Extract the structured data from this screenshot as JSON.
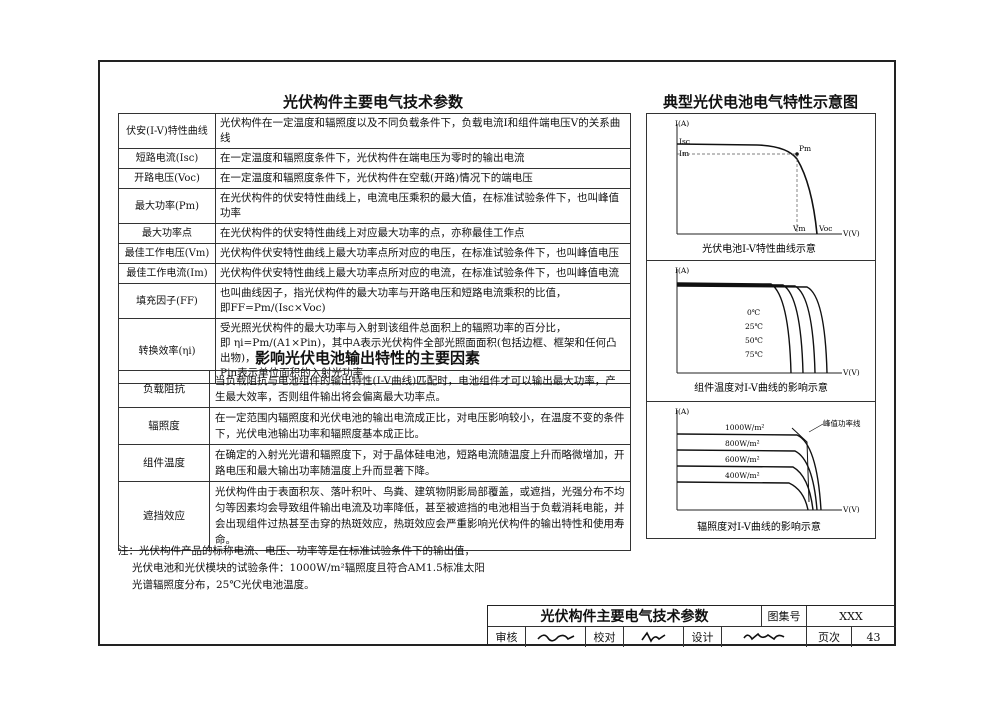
{
  "titles": {
    "params": "光伏构件主要电气技术参数",
    "diagrams": "典型光伏电池电气特性示意图",
    "factors": "影响光伏电池输出特性的主要因素"
  },
  "params": [
    {
      "name": "伏安(I-V)特性曲线",
      "desc": "光伏构件在一定温度和辐照度以及不同负载条件下，负载电流I和组件端电压V的关系曲线"
    },
    {
      "name": "短路电流(Isc)",
      "desc": "在一定温度和辐照度条件下，光伏构件在端电压为零时的输出电流"
    },
    {
      "name": "开路电压(Voc)",
      "desc": "在一定温度和辐照度条件下，光伏构件在空载(开路)情况下的端电压"
    },
    {
      "name": "最大功率(Pm)",
      "desc": "在光伏构件的伏安特性曲线上，电流电压乘积的最大值，在标准试验条件下，也叫峰值功率"
    },
    {
      "name": "最大功率点",
      "desc": "在光伏构件的伏安特性曲线上对应最大功率的点，亦称最佳工作点"
    },
    {
      "name": "最佳工作电压(Vm)",
      "desc": "光伏构件伏安特性曲线上最大功率点所对应的电压，在标准试验条件下，也叫峰值电压"
    },
    {
      "name": "最佳工作电流(Im)",
      "desc": "光伏构件伏安特性曲线上最大功率点所对应的电流，在标准试验条件下，也叫峰值电流"
    },
    {
      "name": "填充因子(FF)",
      "desc": "也叫曲线因子，指光伏构件的最大功率与开路电压和短路电流乘积的比值，",
      "desc2": "即FF=Pm/(Isc×Voc)"
    },
    {
      "name": "转换效率(ηi)",
      "desc": "受光照光伏构件的最大功率与入射到该组件总面积上的辐照功率的百分比，",
      "desc2": "即 ηi=Pm/(A1×Pin)，其中A表示光伏构件全部光照面面积(包括边框、框架和任何凸出物)，",
      "desc3": "Pin表示单位面积的入射光功率"
    }
  ],
  "factors": [
    {
      "name": "负载阻抗",
      "desc": "当负载阻抗与电池组件的输出特性(I-V曲线)匹配时，电池组件才可以输出最大功率，产生最大效率，否则组件输出将会偏离最大功率点。"
    },
    {
      "name": "辐照度",
      "desc": "在一定范围内辐照度和光伏电池的输出电流成正比，对电压影响较小，在温度不变的条件下，光伏电池输出功率和辐照度基本成正比。"
    },
    {
      "name": "组件温度",
      "desc": "在确定的入射光光谱和辐照度下，对于晶体硅电池，短路电流随温度上升而略微增加，开路电压和最大输出功率随温度上升而显著下降。"
    },
    {
      "name": "遮挡效应",
      "desc": "光伏构件由于表面积灰、落叶积叶、鸟粪、建筑物阴影局部覆盖，或遮挡，光强分布不均匀等因素均会导致组件输出电流及功率降低，甚至被遮挡的电池相当于负载消耗电能，并会出现组件过热甚至击穿的热斑效应，热斑效应会严重影响光伏构件的输出特性和使用寿命。"
    }
  ],
  "note": {
    "line1": "注：光伏构件产品的标称电流、电压、功率等是在标准试验条件下的输出值，",
    "line2": "光伏电池和光伏模块的试验条件：1000W/m²辐照度且符合AM1.5标准太阳",
    "line3": "光谱辐照度分布，25℃光伏电池温度。"
  },
  "diagram1": {
    "ylabel": "I(A)",
    "xlabel": "V(V)",
    "isc": "Isc",
    "im": "Im",
    "pm": "Pm",
    "vm": "Vm",
    "voc": "Voc",
    "caption": "光伏电池I-V特性曲线示意"
  },
  "diagram2": {
    "ylabel": "I(A)",
    "xlabel": "V(V)",
    "t0": "0℃",
    "t25": "25℃",
    "t50": "50℃",
    "t75": "75℃",
    "caption": "组件温度对I-V曲线的影响示意"
  },
  "diagram3": {
    "ylabel": "I(A)",
    "xlabel": "V(V)",
    "g1000": "1000W/m²",
    "g800": "800W/m²",
    "g600": "600W/m²",
    "g400": "400W/m²",
    "peak": "峰值功率线",
    "caption": "辐照度对I-V曲线的影响示意"
  },
  "titleblock": {
    "title": "光伏构件主要电气技术参数",
    "atlas_label": "图集号",
    "atlas_value": "XXX",
    "review_label": "审核",
    "check_label": "校对",
    "design_label": "设计",
    "page_label": "页次",
    "page_value": "43",
    "sig_review": "",
    "sig_check": "",
    "sig_design": ""
  }
}
